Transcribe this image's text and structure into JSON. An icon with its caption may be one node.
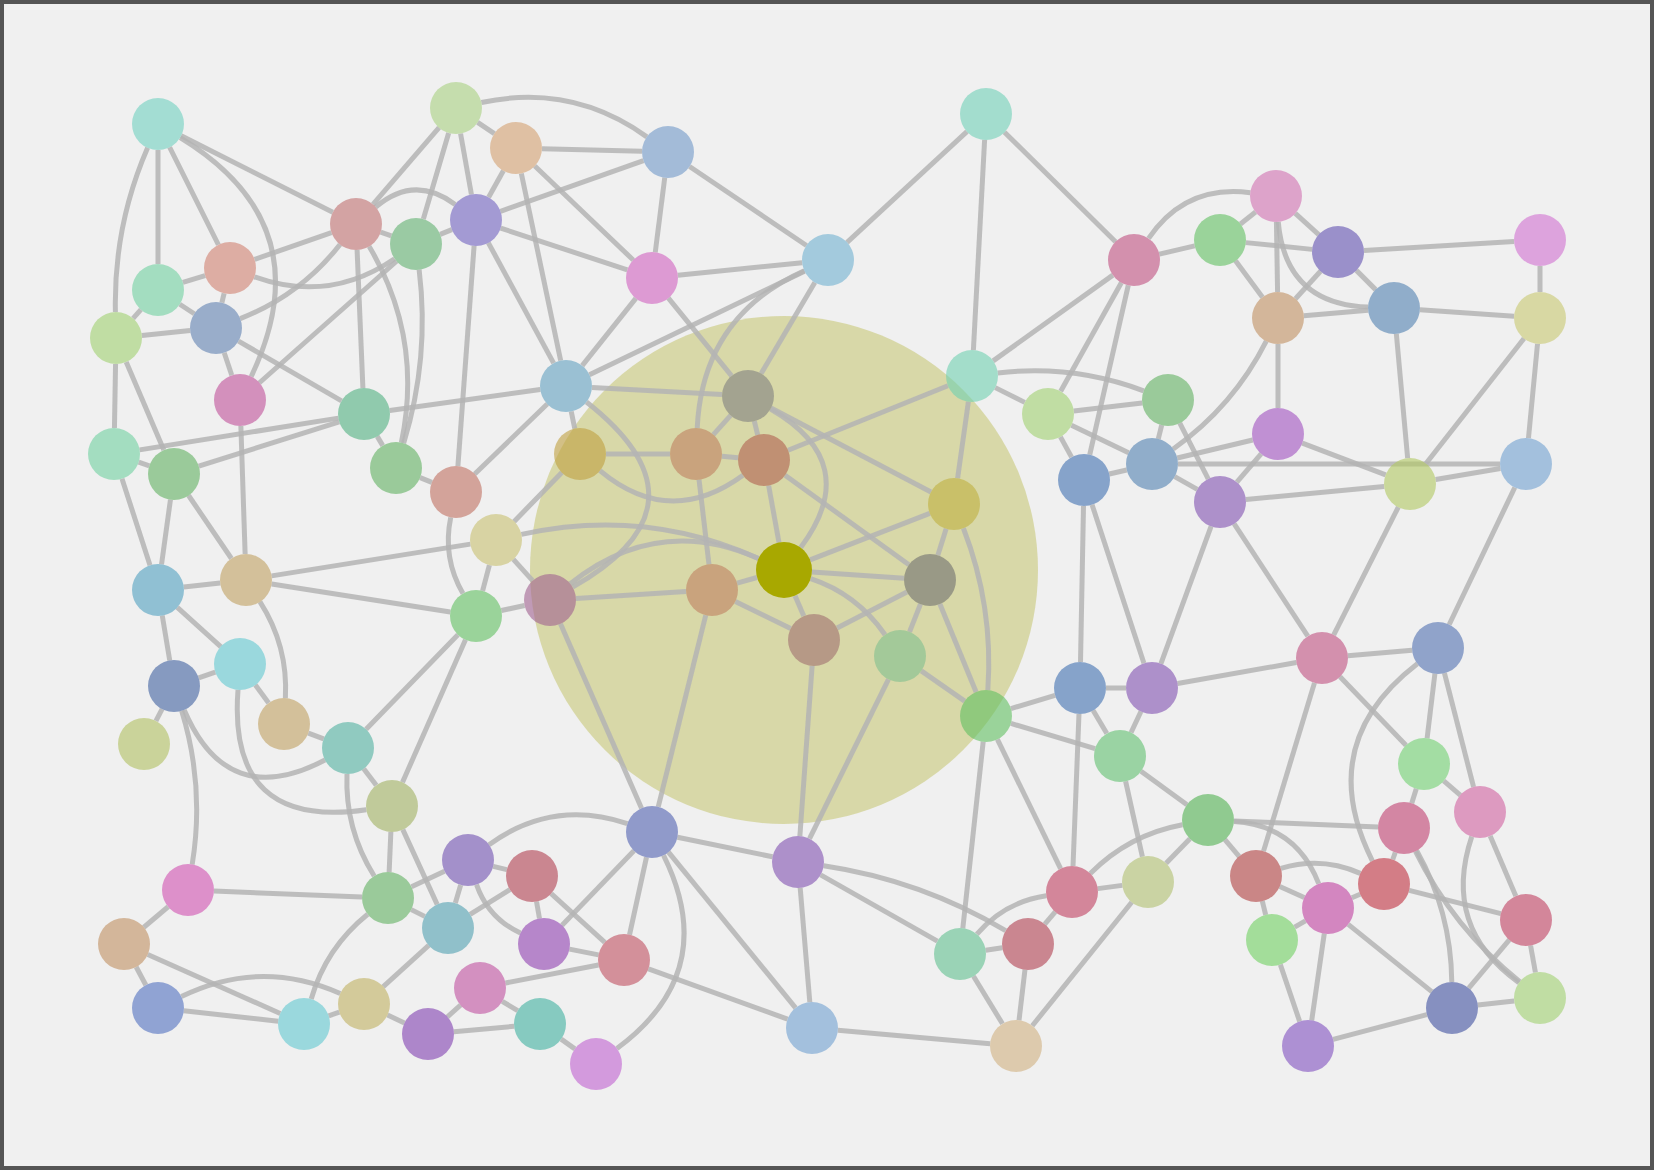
{
  "diagram": {
    "nodes": [
      {
        "text": [],
        "shape": "circle"
      },
      {
        "text": [],
        "shape": "circle"
      },
      {
        "text": [],
        "shape": "circle"
      },
      {
        "text": [],
        "shape": "circle"
      },
      {
        "text": [],
        "shape": "circle"
      },
      {
        "text": [],
        "shape": "circle"
      },
      {
        "text": [],
        "shape": "circle"
      },
      {
        "text": [],
        "shape": "circle"
      },
      {
        "text": [],
        "shape": "circle"
      },
      {
        "text": [],
        "shape": "circle"
      },
      {
        "text": [],
        "shape": "circle"
      },
      {
        "text": [],
        "shape": "circle"
      },
      {
        "text": [],
        "shape": "circle"
      },
      {
        "text": [],
        "shape": "circle"
      },
      {
        "text": [],
        "shape": "circle"
      },
      {
        "text": [],
        "shape": "circle"
      },
      {
        "text": [],
        "shape": "circle"
      },
      {
        "text": [],
        "shape": "circle"
      },
      {
        "text": [],
        "shape": "circle"
      },
      {
        "text": [],
        "shape": "circle"
      },
      {
        "text": [],
        "shape": "circle"
      },
      {
        "text": [],
        "shape": "circle"
      },
      {
        "text": [],
        "shape": "circle"
      },
      {
        "text": [],
        "shape": "circle"
      },
      {
        "text": [],
        "shape": "circle"
      },
      {
        "text": [],
        "shape": "circle"
      },
      {
        "text": [],
        "shape": "circle"
      },
      {
        "text": [],
        "shape": "circle"
      },
      {
        "text": [],
        "shape": "circle"
      },
      {
        "text": [],
        "shape": "circle"
      },
      {
        "text": [],
        "shape": "circle"
      },
      {
        "text": [],
        "shape": "circle"
      },
      {
        "text": [],
        "shape": "circle"
      },
      {
        "text": [],
        "shape": "circle"
      },
      {
        "text": [],
        "shape": "circle"
      },
      {
        "text": [],
        "shape": "circle"
      },
      {
        "text": [],
        "shape": "circle"
      },
      {
        "text": [],
        "shape": "circle"
      },
      {
        "text": [],
        "shape": "circle"
      },
      {
        "text": [],
        "shape": "circle"
      },
      {
        "text": [],
        "shape": "circle"
      },
      {
        "text": [],
        "shape": "circle"
      },
      {
        "text": [],
        "shape": "circle"
      },
      {
        "text": [],
        "shape": "circle"
      },
      {
        "text": [],
        "shape": "circle"
      },
      {
        "text": [],
        "shape": "circle"
      },
      {
        "text": [],
        "shape": "circle"
      },
      {
        "text": [],
        "shape": "circle"
      },
      {
        "text": [],
        "shape": "circle"
      },
      {
        "text": [],
        "shape": "circle"
      },
      {
        "text": [],
        "shape": "circle"
      },
      {
        "text": [],
        "shape": "circle"
      },
      {
        "text": [],
        "shape": "circle"
      },
      {
        "text": [],
        "shape": "circle"
      },
      {
        "text": [],
        "shape": "circle"
      },
      {
        "text": [],
        "shape": "circle"
      },
      {
        "text": [],
        "shape": "circle"
      },
      {
        "text": [],
        "shape": "circle"
      },
      {
        "text": [],
        "shape": "circle"
      },
      {
        "text": [],
        "shape": "circle"
      },
      {
        "text": [],
        "shape": "circle"
      },
      {
        "text": [],
        "shape": "circle"
      },
      {
        "text": [],
        "shape": "circle"
      },
      {
        "text": [],
        "shape": "circle"
      },
      {
        "text": [],
        "shape": "circle"
      },
      {
        "text": [],
        "shape": "circle"
      },
      {
        "text": [],
        "shape": "circle"
      },
      {
        "text": [],
        "shape": "circle"
      },
      {
        "text": [],
        "shape": "circle"
      },
      {
        "text": [],
        "shape": "circle"
      },
      {
        "text": [],
        "shape": "circle"
      },
      {
        "text": [],
        "shape": "circle"
      },
      {
        "text": [],
        "shape": "circle"
      },
      {
        "text": [],
        "shape": "circle"
      },
      {
        "text": [],
        "shape": "circle"
      },
      {
        "text": [],
        "shape": "circle"
      },
      {
        "text": [],
        "shape": "circle"
      },
      {
        "text": [],
        "shape": "circle"
      },
      {
        "text": [],
        "shape": "circle"
      },
      {
        "text": [],
        "shape": "circle"
      },
      {
        "text": [],
        "shape": "circle"
      },
      {
        "text": [],
        "shape": "circle"
      },
      {
        "text": [],
        "shape": "circle"
      },
      {
        "text": [],
        "shape": "circle"
      },
      {
        "text": [],
        "shape": "circle"
      },
      {
        "text": [],
        "shape": "circle"
      },
      {
        "text": [],
        "shape": "circle"
      },
      {
        "text": [],
        "shape": "circle"
      },
      {
        "text": [],
        "shape": "circle"
      },
      {
        "text": [],
        "shape": "circle"
      },
      {
        "text": [],
        "shape": "circle"
      },
      {
        "text": [],
        "shape": "circle"
      },
      {
        "text": [],
        "shape": "circle"
      },
      {
        "text": [],
        "shape": "circle"
      },
      {
        "text": [],
        "shape": "circle"
      },
      {
        "text": [],
        "shape": "circle"
      },
      {
        "text": [],
        "shape": "circle"
      },
      {
        "text": [],
        "shape": "circle"
      },
      {
        "text": [],
        "shape": "circle"
      },
      {
        "text": [],
        "shape": "circle"
      }
    ],
    "edges": [
      {
        "from": 0,
        "to": 5,
        "arrow": "none"
      },
      {
        "from": 0,
        "to": 6,
        "arrow": "none"
      },
      {
        "from": 0,
        "to": 8,
        "arrow": "none"
      },
      {
        "from": 0,
        "to": 9,
        "arrow": "none"
      },
      {
        "from": 0,
        "to": 10,
        "arrow": "none"
      },
      {
        "from": 1,
        "to": 2,
        "arrow": "none"
      },
      {
        "from": 1,
        "to": 10,
        "arrow": "none"
      },
      {
        "from": 1,
        "to": 11,
        "arrow": "none"
      },
      {
        "from": 1,
        "to": 12,
        "arrow": "none"
      },
      {
        "from": 1,
        "to": 3,
        "arrow": "none"
      },
      {
        "from": 2,
        "to": 3,
        "arrow": "none"
      },
      {
        "from": 2,
        "to": 12,
        "arrow": "none"
      },
      {
        "from": 2,
        "to": 13,
        "arrow": "none"
      },
      {
        "from": 2,
        "to": 28,
        "arrow": "none"
      },
      {
        "from": 3,
        "to": 12,
        "arrow": "none"
      },
      {
        "from": 3,
        "to": 13,
        "arrow": "none"
      },
      {
        "from": 3,
        "to": 14,
        "arrow": "none"
      },
      {
        "from": 4,
        "to": 14,
        "arrow": "none"
      },
      {
        "from": 4,
        "to": 15,
        "arrow": "none"
      },
      {
        "from": 4,
        "to": 33,
        "arrow": "none"
      },
      {
        "from": 5,
        "to": 6,
        "arrow": "none"
      },
      {
        "from": 5,
        "to": 7,
        "arrow": "none"
      },
      {
        "from": 5,
        "to": 10,
        "arrow": "none"
      },
      {
        "from": 5,
        "to": 11,
        "arrow": "none"
      },
      {
        "from": 6,
        "to": 7,
        "arrow": "none"
      },
      {
        "from": 6,
        "to": 8,
        "arrow": "none"
      },
      {
        "from": 7,
        "to": 8,
        "arrow": "none"
      },
      {
        "from": 7,
        "to": 9,
        "arrow": "none"
      },
      {
        "from": 7,
        "to": 10,
        "arrow": "none"
      },
      {
        "from": 7,
        "to": 25,
        "arrow": "none"
      },
      {
        "from": 8,
        "to": 23,
        "arrow": "none"
      },
      {
        "from": 8,
        "to": 24,
        "arrow": "none"
      },
      {
        "from": 9,
        "to": 11,
        "arrow": "none"
      },
      {
        "from": 9,
        "to": 43,
        "arrow": "none"
      },
      {
        "from": 10,
        "to": 11,
        "arrow": "none"
      },
      {
        "from": 10,
        "to": 12,
        "arrow": "none"
      },
      {
        "from": 10,
        "to": 25,
        "arrow": "none"
      },
      {
        "from": 10,
        "to": 26,
        "arrow": "none"
      },
      {
        "from": 11,
        "to": 12,
        "arrow": "none"
      },
      {
        "from": 11,
        "to": 26,
        "arrow": "none"
      },
      {
        "from": 12,
        "to": 13,
        "arrow": "none"
      },
      {
        "from": 12,
        "to": 28,
        "arrow": "none"
      },
      {
        "from": 12,
        "to": 27,
        "arrow": "none"
      },
      {
        "from": 13,
        "to": 28,
        "arrow": "none"
      },
      {
        "from": 13,
        "to": 31,
        "arrow": "none"
      },
      {
        "from": 13,
        "to": 14,
        "arrow": "none"
      },
      {
        "from": 14,
        "to": 31,
        "arrow": "none"
      },
      {
        "from": 14,
        "to": 28,
        "arrow": "none"
      },
      {
        "from": 14,
        "to": 30,
        "arrow": "none"
      },
      {
        "from": 15,
        "to": 16,
        "arrow": "none"
      },
      {
        "from": 15,
        "to": 17,
        "arrow": "none"
      },
      {
        "from": 15,
        "to": 33,
        "arrow": "none"
      },
      {
        "from": 15,
        "to": 34,
        "arrow": "none"
      },
      {
        "from": 15,
        "to": 36,
        "arrow": "none"
      },
      {
        "from": 16,
        "to": 17,
        "arrow": "none"
      },
      {
        "from": 16,
        "to": 18,
        "arrow": "none"
      },
      {
        "from": 16,
        "to": 19,
        "arrow": "none"
      },
      {
        "from": 17,
        "to": 18,
        "arrow": "none"
      },
      {
        "from": 17,
        "to": 19,
        "arrow": "none"
      },
      {
        "from": 17,
        "to": 20,
        "arrow": "none"
      },
      {
        "from": 18,
        "to": 20,
        "arrow": "none"
      },
      {
        "from": 18,
        "to": 19,
        "arrow": "none"
      },
      {
        "from": 18,
        "to": 21,
        "arrow": "none"
      },
      {
        "from": 19,
        "to": 38,
        "arrow": "none"
      },
      {
        "from": 19,
        "to": 20,
        "arrow": "none"
      },
      {
        "from": 19,
        "to": 37,
        "arrow": "none"
      },
      {
        "from": 20,
        "to": 22,
        "arrow": "none"
      },
      {
        "from": 20,
        "to": 40,
        "arrow": "none"
      },
      {
        "from": 21,
        "to": 22,
        "arrow": "none"
      },
      {
        "from": 22,
        "to": 41,
        "arrow": "none"
      },
      {
        "from": 22,
        "to": 40,
        "arrow": "none"
      },
      {
        "from": 23,
        "to": 24,
        "arrow": "none"
      },
      {
        "from": 23,
        "to": 42,
        "arrow": "none"
      },
      {
        "from": 23,
        "to": 25,
        "arrow": "none"
      },
      {
        "from": 24,
        "to": 25,
        "arrow": "none"
      },
      {
        "from": 24,
        "to": 43,
        "arrow": "none"
      },
      {
        "from": 24,
        "to": 42,
        "arrow": "none"
      },
      {
        "from": 25,
        "to": 26,
        "arrow": "none"
      },
      {
        "from": 25,
        "to": 28,
        "arrow": "none"
      },
      {
        "from": 26,
        "to": 27,
        "arrow": "none"
      },
      {
        "from": 27,
        "to": 28,
        "arrow": "none"
      },
      {
        "from": 27,
        "to": 45,
        "arrow": "none"
      },
      {
        "from": 28,
        "to": 29,
        "arrow": "none"
      },
      {
        "from": 28,
        "to": 31,
        "arrow": "none"
      },
      {
        "from": 28,
        "to": 46,
        "arrow": "none"
      },
      {
        "from": 29,
        "to": 30,
        "arrow": "none"
      },
      {
        "from": 29,
        "to": 32,
        "arrow": "none"
      },
      {
        "from": 29,
        "to": 44,
        "arrow": "none"
      },
      {
        "from": 30,
        "to": 31,
        "arrow": "none"
      },
      {
        "from": 30,
        "to": 32,
        "arrow": "none"
      },
      {
        "from": 30,
        "to": 47,
        "arrow": "none"
      },
      {
        "from": 31,
        "to": 32,
        "arrow": "none"
      },
      {
        "from": 31,
        "to": 48,
        "arrow": "none"
      },
      {
        "from": 31,
        "to": 50,
        "arrow": "none"
      },
      {
        "from": 32,
        "to": 48,
        "arrow": "none"
      },
      {
        "from": 32,
        "to": 33,
        "arrow": "none"
      },
      {
        "from": 32,
        "to": 51,
        "arrow": "none"
      },
      {
        "from": 33,
        "to": 34,
        "arrow": "none"
      },
      {
        "from": 33,
        "to": 50,
        "arrow": "none"
      },
      {
        "from": 33,
        "to": 35,
        "arrow": "none"
      },
      {
        "from": 34,
        "to": 35,
        "arrow": "none"
      },
      {
        "from": 34,
        "to": 36,
        "arrow": "none"
      },
      {
        "from": 34,
        "to": 37,
        "arrow": "none"
      },
      {
        "from": 35,
        "to": 37,
        "arrow": "none"
      },
      {
        "from": 35,
        "to": 39,
        "arrow": "none"
      },
      {
        "from": 36,
        "to": 37,
        "arrow": "none"
      },
      {
        "from": 36,
        "to": 60,
        "arrow": "none"
      },
      {
        "from": 36,
        "to": 61,
        "arrow": "none"
      },
      {
        "from": 37,
        "to": 38,
        "arrow": "none"
      },
      {
        "from": 37,
        "to": 39,
        "arrow": "none"
      },
      {
        "from": 37,
        "to": 41,
        "arrow": "none"
      },
      {
        "from": 38,
        "to": 39,
        "arrow": "none"
      },
      {
        "from": 38,
        "to": 40,
        "arrow": "none"
      },
      {
        "from": 39,
        "to": 40,
        "arrow": "none"
      },
      {
        "from": 39,
        "to": 61,
        "arrow": "none"
      },
      {
        "from": 39,
        "to": 63,
        "arrow": "none"
      },
      {
        "from": 40,
        "to": 41,
        "arrow": "none"
      },
      {
        "from": 40,
        "to": 63,
        "arrow": "none"
      },
      {
        "from": 41,
        "to": 64,
        "arrow": "none"
      },
      {
        "from": 42,
        "to": 43,
        "arrow": "none"
      },
      {
        "from": 42,
        "to": 54,
        "arrow": "none"
      },
      {
        "from": 42,
        "to": 56,
        "arrow": "none"
      },
      {
        "from": 43,
        "to": 45,
        "arrow": "none"
      },
      {
        "from": 43,
        "to": 44,
        "arrow": "none"
      },
      {
        "from": 43,
        "to": 57,
        "arrow": "none"
      },
      {
        "from": 44,
        "to": 45,
        "arrow": "none"
      },
      {
        "from": 44,
        "to": 46,
        "arrow": "none"
      },
      {
        "from": 44,
        "to": 48,
        "arrow": "none"
      },
      {
        "from": 45,
        "to": 46,
        "arrow": "none"
      },
      {
        "from": 45,
        "to": 59,
        "arrow": "none"
      },
      {
        "from": 45,
        "to": 58,
        "arrow": "none"
      },
      {
        "from": 46,
        "to": 47,
        "arrow": "none"
      },
      {
        "from": 46,
        "to": 48,
        "arrow": "none"
      },
      {
        "from": 46,
        "to": 82,
        "arrow": "none"
      },
      {
        "from": 47,
        "to": 48,
        "arrow": "none"
      },
      {
        "from": 47,
        "to": 49,
        "arrow": "none"
      },
      {
        "from": 47,
        "to": 82,
        "arrow": "none"
      },
      {
        "from": 48,
        "to": 49,
        "arrow": "none"
      },
      {
        "from": 48,
        "to": 50,
        "arrow": "none"
      },
      {
        "from": 48,
        "to": 51,
        "arrow": "none"
      },
      {
        "from": 48,
        "to": 52,
        "arrow": "none"
      },
      {
        "from": 49,
        "to": 51,
        "arrow": "none"
      },
      {
        "from": 49,
        "to": 83,
        "arrow": "none"
      },
      {
        "from": 50,
        "to": 51,
        "arrow": "none"
      },
      {
        "from": 50,
        "to": 53,
        "arrow": "none"
      },
      {
        "from": 51,
        "to": 52,
        "arrow": "none"
      },
      {
        "from": 51,
        "to": 53,
        "arrow": "none"
      },
      {
        "from": 52,
        "to": 53,
        "arrow": "none"
      },
      {
        "from": 52,
        "to": 83,
        "arrow": "none"
      },
      {
        "from": 53,
        "to": 60,
        "arrow": "none"
      },
      {
        "from": 53,
        "to": 62,
        "arrow": "none"
      },
      {
        "from": 53,
        "to": 85,
        "arrow": "none"
      },
      {
        "from": 53,
        "to": 87,
        "arrow": "none"
      },
      {
        "from": 54,
        "to": 55,
        "arrow": "none"
      },
      {
        "from": 54,
        "to": 56,
        "arrow": "none"
      },
      {
        "from": 54,
        "to": 58,
        "arrow": "none"
      },
      {
        "from": 56,
        "to": 57,
        "arrow": "none"
      },
      {
        "from": 56,
        "to": 59,
        "arrow": "none"
      },
      {
        "from": 57,
        "to": 58,
        "arrow": "none"
      },
      {
        "from": 58,
        "to": 59,
        "arrow": "none"
      },
      {
        "from": 58,
        "to": 72,
        "arrow": "none"
      },
      {
        "from": 59,
        "to": 72,
        "arrow": "none"
      },
      {
        "from": 59,
        "to": 73,
        "arrow": "none"
      },
      {
        "from": 60,
        "to": 61,
        "arrow": "none"
      },
      {
        "from": 60,
        "to": 62,
        "arrow": "none"
      },
      {
        "from": 60,
        "to": 87,
        "arrow": "none"
      },
      {
        "from": 61,
        "to": 62,
        "arrow": "none"
      },
      {
        "from": 61,
        "to": 63,
        "arrow": "none"
      },
      {
        "from": 62,
        "to": 89,
        "arrow": "none"
      },
      {
        "from": 62,
        "to": 90,
        "arrow": "none"
      },
      {
        "from": 63,
        "to": 64,
        "arrow": "none"
      },
      {
        "from": 63,
        "to": 65,
        "arrow": "none"
      },
      {
        "from": 63,
        "to": 91,
        "arrow": "none"
      },
      {
        "from": 64,
        "to": 65,
        "arrow": "none"
      },
      {
        "from": 64,
        "to": 66,
        "arrow": "none"
      },
      {
        "from": 64,
        "to": 95,
        "arrow": "none"
      },
      {
        "from": 65,
        "to": 66,
        "arrow": "none"
      },
      {
        "from": 66,
        "to": 98,
        "arrow": "none"
      },
      {
        "from": 66,
        "to": 99,
        "arrow": "none"
      },
      {
        "from": 67,
        "to": 68,
        "arrow": "none"
      },
      {
        "from": 67,
        "to": 72,
        "arrow": "none"
      },
      {
        "from": 67,
        "to": 54,
        "arrow": "none"
      },
      {
        "from": 68,
        "to": 69,
        "arrow": "none"
      },
      {
        "from": 68,
        "to": 70,
        "arrow": "none"
      },
      {
        "from": 69,
        "to": 70,
        "arrow": "none"
      },
      {
        "from": 69,
        "to": 71,
        "arrow": "none"
      },
      {
        "from": 70,
        "to": 71,
        "arrow": "none"
      },
      {
        "from": 70,
        "to": 72,
        "arrow": "none"
      },
      {
        "from": 71,
        "to": 78,
        "arrow": "none"
      },
      {
        "from": 71,
        "to": 73,
        "arrow": "none"
      },
      {
        "from": 72,
        "to": 73,
        "arrow": "none"
      },
      {
        "from": 72,
        "to": 74,
        "arrow": "none"
      },
      {
        "from": 73,
        "to": 74,
        "arrow": "none"
      },
      {
        "from": 73,
        "to": 75,
        "arrow": "none"
      },
      {
        "from": 74,
        "to": 75,
        "arrow": "none"
      },
      {
        "from": 74,
        "to": 76,
        "arrow": "none"
      },
      {
        "from": 74,
        "to": 82,
        "arrow": "none"
      },
      {
        "from": 75,
        "to": 76,
        "arrow": "none"
      },
      {
        "from": 75,
        "to": 81,
        "arrow": "none"
      },
      {
        "from": 76,
        "to": 82,
        "arrow": "none"
      },
      {
        "from": 76,
        "to": 81,
        "arrow": "none"
      },
      {
        "from": 77,
        "to": 78,
        "arrow": "none"
      },
      {
        "from": 77,
        "to": 79,
        "arrow": "none"
      },
      {
        "from": 77,
        "to": 81,
        "arrow": "none"
      },
      {
        "from": 78,
        "to": 79,
        "arrow": "none"
      },
      {
        "from": 79,
        "to": 80,
        "arrow": "none"
      },
      {
        "from": 80,
        "to": 82,
        "arrow": "none"
      },
      {
        "from": 81,
        "to": 82,
        "arrow": "none"
      },
      {
        "from": 81,
        "to": 84,
        "arrow": "none"
      },
      {
        "from": 82,
        "to": 83,
        "arrow": "none"
      },
      {
        "from": 82,
        "to": 84,
        "arrow": "none"
      },
      {
        "from": 83,
        "to": 84,
        "arrow": "none"
      },
      {
        "from": 83,
        "to": 86,
        "arrow": "none"
      },
      {
        "from": 83,
        "to": 85,
        "arrow": "none"
      },
      {
        "from": 84,
        "to": 88,
        "arrow": "none"
      },
      {
        "from": 85,
        "to": 86,
        "arrow": "none"
      },
      {
        "from": 85,
        "to": 87,
        "arrow": "none"
      },
      {
        "from": 86,
        "to": 87,
        "arrow": "none"
      },
      {
        "from": 86,
        "to": 88,
        "arrow": "none"
      },
      {
        "from": 87,
        "to": 89,
        "arrow": "none"
      },
      {
        "from": 87,
        "to": 90,
        "arrow": "none"
      },
      {
        "from": 88,
        "to": 89,
        "arrow": "none"
      },
      {
        "from": 89,
        "to": 90,
        "arrow": "none"
      },
      {
        "from": 90,
        "to": 91,
        "arrow": "none"
      },
      {
        "from": 90,
        "to": 94,
        "arrow": "none"
      },
      {
        "from": 90,
        "to": 96,
        "arrow": "none"
      },
      {
        "from": 91,
        "to": 92,
        "arrow": "none"
      },
      {
        "from": 91,
        "to": 94,
        "arrow": "none"
      },
      {
        "from": 91,
        "to": 95,
        "arrow": "none"
      },
      {
        "from": 92,
        "to": 93,
        "arrow": "none"
      },
      {
        "from": 92,
        "to": 94,
        "arrow": "none"
      },
      {
        "from": 93,
        "to": 97,
        "arrow": "none"
      },
      {
        "from": 93,
        "to": 94,
        "arrow": "none"
      },
      {
        "from": 94,
        "to": 95,
        "arrow": "none"
      },
      {
        "from": 94,
        "to": 97,
        "arrow": "none"
      },
      {
        "from": 95,
        "to": 96,
        "arrow": "none"
      },
      {
        "from": 95,
        "to": 98,
        "arrow": "none"
      },
      {
        "from": 96,
        "to": 97,
        "arrow": "none"
      },
      {
        "from": 96,
        "to": 99,
        "arrow": "none"
      },
      {
        "from": 96,
        "to": 65,
        "arrow": "none"
      },
      {
        "from": 97,
        "to": 98,
        "arrow": "none"
      },
      {
        "from": 97,
        "to": 99,
        "arrow": "none"
      },
      {
        "from": 98,
        "to": 99,
        "arrow": "none"
      },
      {
        "from": 85,
        "to": 88,
        "arrow": "none"
      }
    ]
  }
}
